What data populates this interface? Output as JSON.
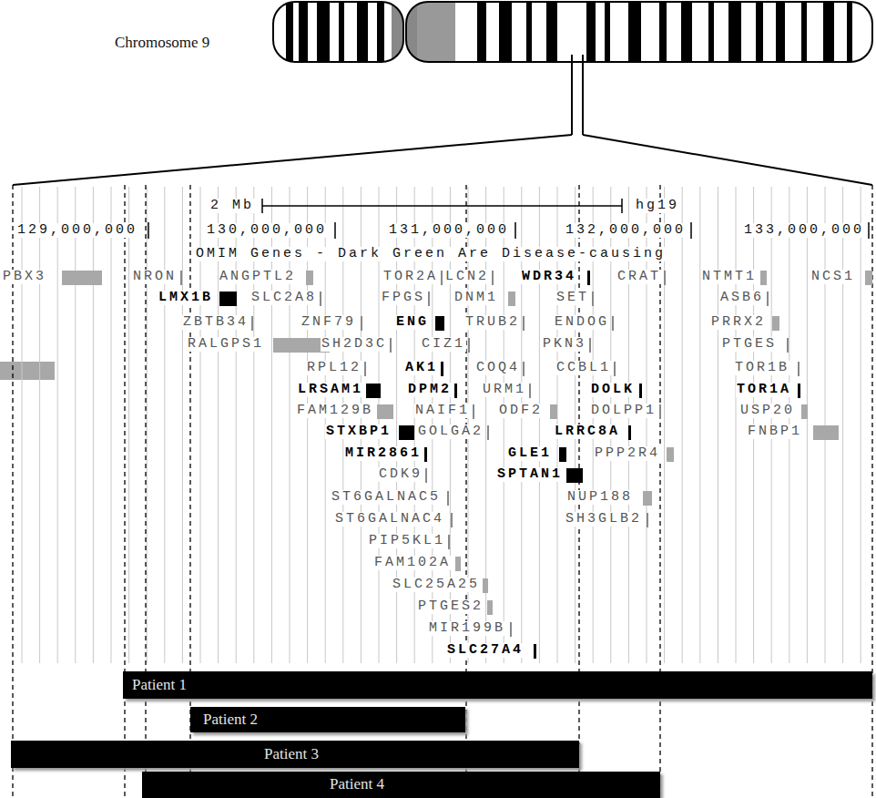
{
  "diagram": {
    "nodes": [
      {
        "text": [
          "Patient 1"
        ]
      },
      {
        "text": [
          "Patient 2"
        ]
      },
      {
        "text": [
          "Patient 3"
        ]
      },
      {
        "text": [
          "Patient 4"
        ]
      }
    ],
    "labels": [
      "Chromosome 9",
      "2 Mb",
      "hg19",
      "129,000,000",
      "130,000,000",
      "131,000,000",
      "132,000,000",
      "133,000,000",
      "OMIM Genes - Dark Green Are Disease-causing",
      "PBX3",
      "NRON",
      "ANGPTL2",
      "TOR2A",
      "LCN2",
      "WDR34",
      "CRAT",
      "NTMT1",
      "NCS1",
      "LMX1B",
      "SLC2A8",
      "FPGS",
      "DNM1",
      "SET",
      "ASB6",
      "ZBTB34",
      "ZNF79",
      "ENG",
      "TRUB2",
      "ENDOG",
      "PRRX2",
      "RALGPS1",
      "SH2D3C",
      "CIZ1",
      "PKN3",
      "PTGES",
      "RPL12",
      "AK1",
      "COQ4",
      "CCBL1",
      "TOR1B",
      "LRSAM1",
      "DPM2",
      "URM1",
      "DOLK",
      "TOR1A",
      "FAM129B",
      "NAIF1",
      "ODF2",
      "DOLPP1",
      "USP20",
      "STXBP1",
      "GOLGA2",
      "LRRC8A",
      "FNBP1",
      "MIR2861",
      "GLE1",
      "PPP2R4",
      "CDK9",
      "SPTAN1",
      "ST6GALNAC5",
      "NUP188",
      "ST6GALNAC4",
      "SH3GLB2",
      "PIP5KL1",
      "FAM102A",
      "SLC25A25",
      "PTGES2",
      "MIR199B",
      "SLC27A4"
    ]
  }
}
